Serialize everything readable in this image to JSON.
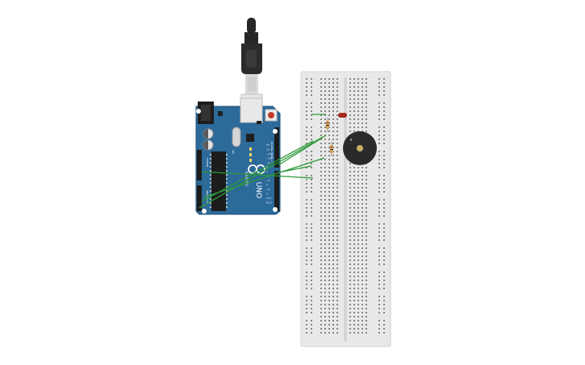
{
  "board": {
    "name": "UNO",
    "brand": "ARDUINO",
    "digital_header_label": "DIGITAL (PWM~)",
    "analog_header_label": "ANALOG IN",
    "power_header_label": "POWER",
    "on_label": "ON",
    "pin_labels": [
      "13",
      "12",
      "~11",
      "~10",
      "~9",
      "8",
      "7",
      "~6",
      "~5",
      "4",
      "~3",
      "2",
      "TX 1",
      "RX 0"
    ]
  },
  "colors": {
    "board": "#2c6a9a",
    "board_dark": "#1e4f76",
    "breadboard": "#e8e8e8",
    "breadboard_hole": "#6e6e6e",
    "wire": "#2e9a3a",
    "led": "#a52a20",
    "buzzer": "#2a2a2a",
    "buzzer_center": "#c9b06a",
    "cable": "#262626",
    "usb_metal": "#dcdcdc"
  },
  "icons": {
    "usb_plug": "usb-plug-icon",
    "buzzer": "piezo-buzzer-icon",
    "led": "led-icon",
    "resistor": "resistor-icon"
  }
}
